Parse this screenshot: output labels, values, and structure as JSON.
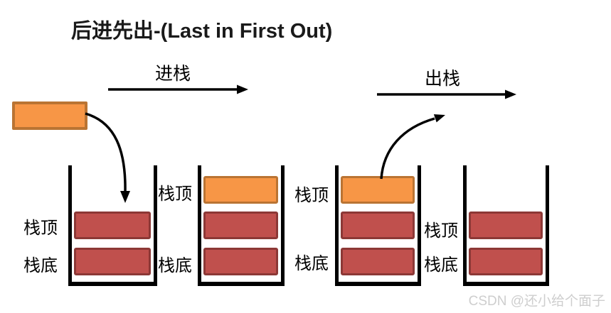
{
  "title": "后进先出-(Last in First Out)",
  "push_arrow_label": "进栈",
  "pop_arrow_label": "出栈",
  "stack_label_top": "栈顶",
  "stack_label_bottom": "栈底",
  "watermark": "CSDN @还小给个面子",
  "incoming_element_color": "orange",
  "stacks": [
    {
      "name": "stack-1",
      "cells": [
        {
          "row": 2,
          "color": "red"
        },
        {
          "row": 3,
          "color": "red"
        }
      ]
    },
    {
      "name": "stack-2",
      "cells": [
        {
          "row": 1,
          "color": "orange"
        },
        {
          "row": 2,
          "color": "red"
        },
        {
          "row": 3,
          "color": "red"
        }
      ]
    },
    {
      "name": "stack-3",
      "cells": [
        {
          "row": 1,
          "color": "orange"
        },
        {
          "row": 2,
          "color": "red"
        },
        {
          "row": 3,
          "color": "red"
        }
      ]
    },
    {
      "name": "stack-4",
      "cells": [
        {
          "row": 2,
          "color": "red"
        },
        {
          "row": 3,
          "color": "red"
        }
      ]
    }
  ],
  "colors": {
    "orange_fill": "#F79646",
    "orange_border": "#BA7433",
    "red_fill": "#C0504D",
    "red_border": "#8C3836",
    "line": "#000000",
    "text": "#000000",
    "watermark": "#CECECE"
  }
}
